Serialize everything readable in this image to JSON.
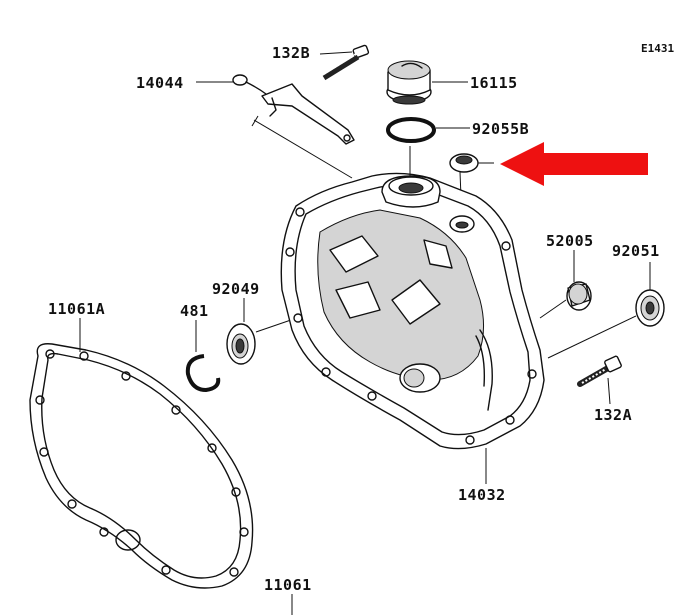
{
  "diagram_id": "E1431",
  "colors": {
    "pointer_arrow": "#ee1111",
    "ink": "#111111"
  },
  "labels": {
    "p132B": "132B",
    "p14044": "14044",
    "p16115": "16115",
    "p92055B": "92055B",
    "p52005": "52005",
    "p92051": "92051",
    "p92049": "92049",
    "p481": "481",
    "p11061A": "11061A",
    "p132A": "132A",
    "p14032": "14032",
    "p11061": "11061"
  }
}
